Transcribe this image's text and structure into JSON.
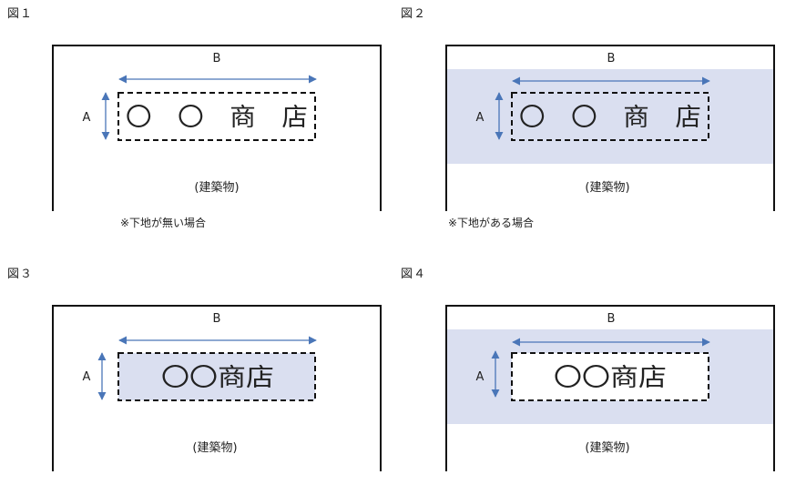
{
  "figures": [
    {
      "label": "図１",
      "dimension_b": "B",
      "dimension_a": "A",
      "sign_text": "〇　〇　商　店",
      "building_label": "(建築物)",
      "note": "※下地が無い場合"
    },
    {
      "label": "図２",
      "dimension_b": "B",
      "dimension_a": "A",
      "sign_text": "〇　〇　商　店",
      "building_label": "(建築物)",
      "note": "※下地がある場合"
    },
    {
      "label": "図３",
      "dimension_b": "B",
      "dimension_a": "A",
      "sign_text": "〇〇商店",
      "building_label": "(建築物)"
    },
    {
      "label": "図４",
      "dimension_b": "B",
      "dimension_a": "A",
      "sign_text": "〇〇商店",
      "building_label": "(建築物)"
    }
  ],
  "colors": {
    "ground_fill": "#dadff0",
    "arrow": "#4a76b8",
    "outline": "#111111"
  }
}
